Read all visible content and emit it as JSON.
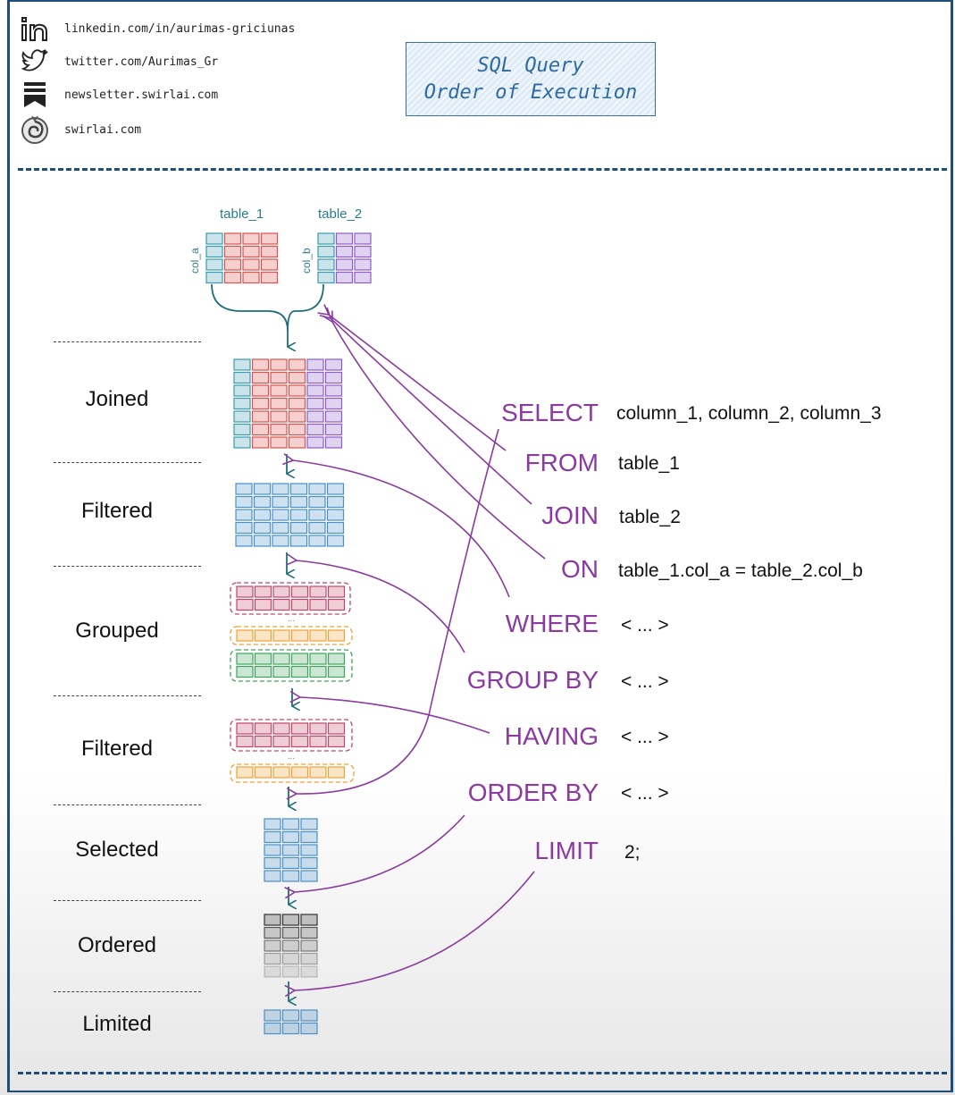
{
  "socials": [
    {
      "icon": "linkedin-icon",
      "text": "linkedin.com/in/aurimas-griciunas"
    },
    {
      "icon": "twitter-icon",
      "text": "twitter.com/Aurimas_Gr"
    },
    {
      "icon": "newsletter-icon",
      "text": "newsletter.swirlai.com"
    },
    {
      "icon": "swirlai-logo-icon",
      "text": "swirlai.com"
    }
  ],
  "title": {
    "line1": "SQL Query",
    "line2": "Order of Execution"
  },
  "tables": {
    "table_1": "table_1",
    "table_2": "table_2",
    "col_a": "col_a",
    "col_b": "col_b"
  },
  "stages": [
    "Joined",
    "Filtered",
    "Grouped",
    "Filtered",
    "Selected",
    "Ordered",
    "Limited"
  ],
  "clauses": [
    {
      "keyword": "SELECT",
      "arg": "column_1, column_2, column_3"
    },
    {
      "keyword": "FROM",
      "arg": "table_1"
    },
    {
      "keyword": "JOIN",
      "arg": "table_2"
    },
    {
      "keyword": "ON",
      "arg": "table_1.col_a = table_2.col_b"
    },
    {
      "keyword": "WHERE",
      "arg": "< ... >"
    },
    {
      "keyword": "GROUP BY",
      "arg": "< ... >"
    },
    {
      "keyword": "HAVING",
      "arg": "< ... >"
    },
    {
      "keyword": "ORDER BY",
      "arg": "< ... >"
    },
    {
      "keyword": "LIMIT",
      "arg": "2;"
    }
  ],
  "group_ellipsis": "...",
  "colors": {
    "frame": "#1f4e79",
    "keyword": "#8a3aa0",
    "flow_arrow": "#1f6f7a",
    "teal": "#3a9bb0",
    "red": "#d9534f",
    "purple": "#8e5cc9",
    "blue": "#4a90c8",
    "pink": "#c2456b",
    "orange": "#f0a030",
    "green": "#3da35a"
  }
}
